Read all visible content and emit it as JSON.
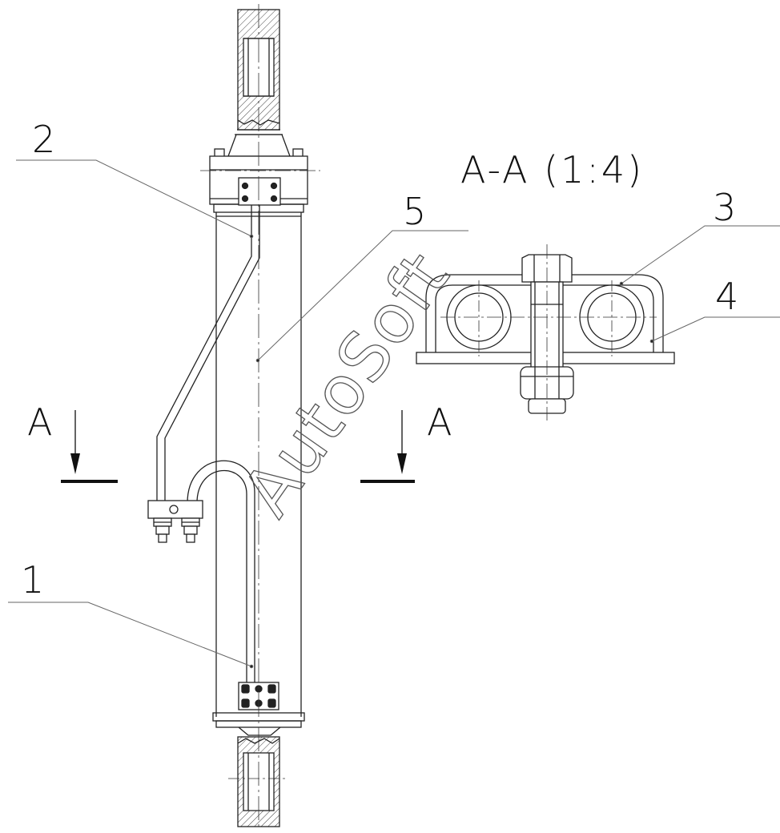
{
  "section_title": "A-A (1:4)",
  "section_mark_left": "A",
  "section_mark_right": "A",
  "callouts": {
    "label_1": "1",
    "label_2": "2",
    "label_3": "3",
    "label_4": "4",
    "label_5": "5"
  },
  "watermark": "AutoSoft",
  "colors": {
    "line": "#222222",
    "hatch": "#444444",
    "leader": "#666666",
    "watermark": "#555555"
  }
}
